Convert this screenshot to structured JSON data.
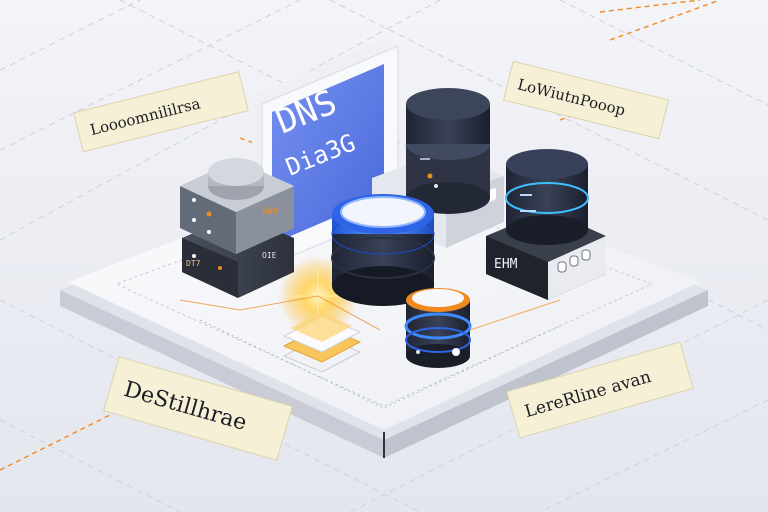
{
  "screen": {
    "label_top_left": "Loooomnililrsa",
    "label_top_right": "LoWiutnPooop",
    "label_bottom_left": "DeStillhrae",
    "label_bottom_right": "LereRline avan",
    "dns_line1": "DNS",
    "dns_line2": "Dia3G",
    "left_server_tag": "SN8",
    "left_server_tag2": "DT7",
    "left_server_tag3": "OIE",
    "right_server_tag": "EHM",
    "accent_colors": {
      "blue": "#2f64e6",
      "orange": "#f08a1f",
      "cyan": "#3ec0ff",
      "note_paper": "#f6f0d7",
      "platform": "#f4f5f8"
    }
  }
}
